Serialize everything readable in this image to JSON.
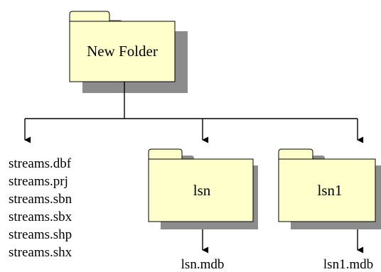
{
  "diagram": {
    "root_folder": {
      "label": "New Folder",
      "icon": "folder-icon",
      "fill_color": "#ffffcc",
      "shadow_color": "#8c8c8c"
    },
    "files": [
      "streams.dbf",
      "streams.prj",
      "streams.sbn",
      "streams.sbx",
      "streams.shp",
      "streams.shx"
    ],
    "subfolders": [
      {
        "label": "lsn",
        "icon": "folder-icon",
        "contents": "lsn.mdb"
      },
      {
        "label": "lsn1",
        "icon": "folder-icon",
        "contents": "lsn1.mdb"
      }
    ],
    "line_color": "#000000"
  }
}
